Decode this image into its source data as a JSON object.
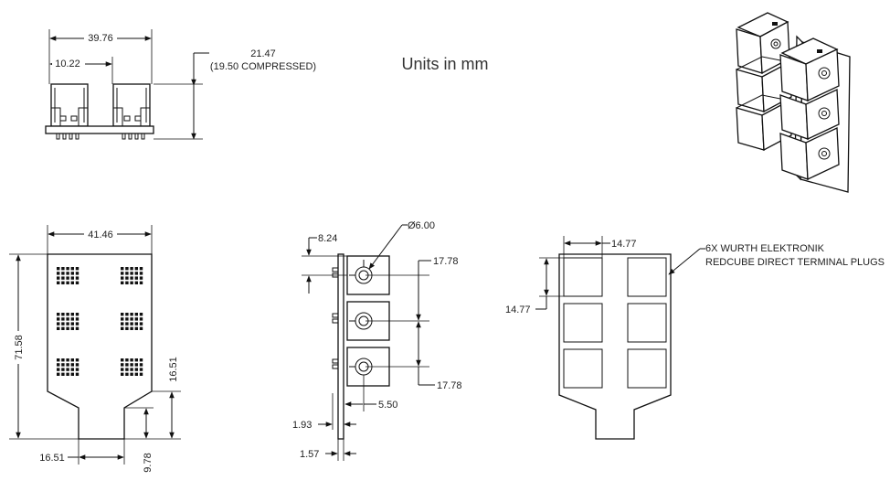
{
  "units_note": "Units in mm",
  "front_view": {
    "width": "39.76",
    "pitch": "10.22",
    "height": "21.47",
    "height_compressed": "(19.50 COMPRESSED)"
  },
  "plan_view": {
    "width": "41.46",
    "height": "71.58",
    "tab_depth_right": "16.51",
    "tab_width": "16.51",
    "tab_depth": "9.78"
  },
  "side_view": {
    "offset": "8.24",
    "hole_diameter": "Ø6.00",
    "pitch_top": "17.78",
    "pitch_bottom": "17.78",
    "inset": "5.50",
    "board_offset": "1.93",
    "board_thickness": "1.57"
  },
  "footprint_view": {
    "pad_width": "14.77",
    "pad_height": "14.77",
    "callout_line1": "6X WURTH ELEKTRONIK",
    "callout_line2": "REDCUBE DIRECT TERMINAL PLUGS"
  }
}
